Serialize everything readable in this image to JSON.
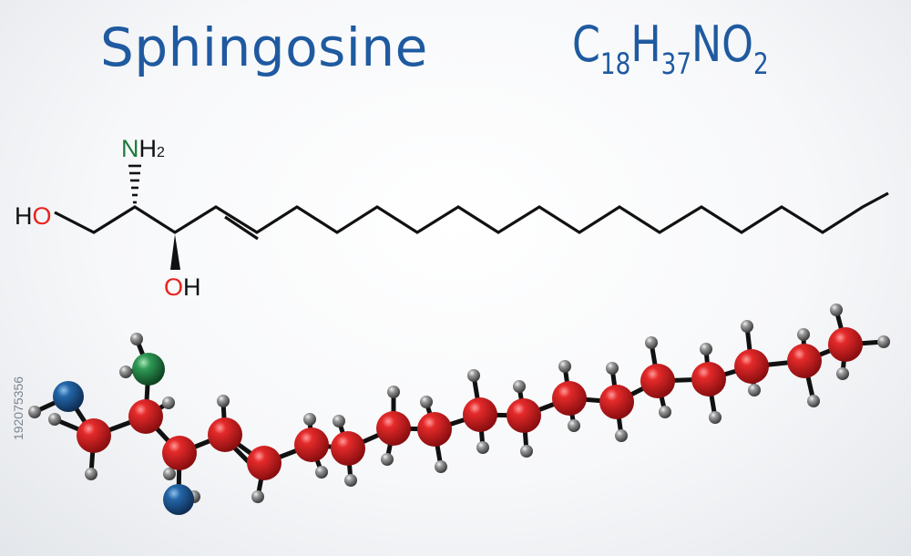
{
  "title": "Sphingosine",
  "formula": {
    "c": "C",
    "c_n": "18",
    "h": "H",
    "h_n": "37",
    "rest": "NO",
    "o_n": "2"
  },
  "skeletal": {
    "ho_o": "O",
    "ho_h": "H",
    "nh_n": "N",
    "nh_h": "H",
    "nh_sub": "2",
    "oh_o": "O",
    "oh_h": "H"
  },
  "stock_id": "192075356",
  "colors": {
    "title": "#1f5aa0",
    "oxygen": "#e8221f",
    "nitrogen": "#1e7a3c",
    "carbon_ball": "#d9151c",
    "hydrogen_ball": "#8a8a8a",
    "oxygen_ball": "#1f5c9a",
    "nitrogen_ball": "#2b8a4c"
  }
}
